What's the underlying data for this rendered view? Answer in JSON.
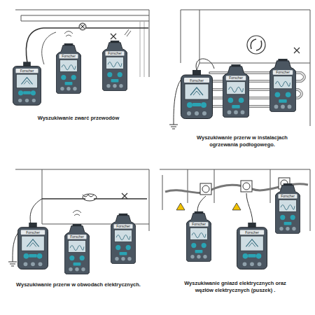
{
  "diagram": {
    "labels": [
      "Forscher",
      "Forscher",
      "Forscher",
      "Wyszukiwanie zwarć przewodów",
      "Forscher",
      "Forscher",
      "Forscher",
      "Wyszukiwanie przerw w instalacjach ogrzewania podłogowego.",
      "Forscher",
      "Forscher",
      "Forscher",
      "Wyszukiwanie przerw w obwodach elektrycznych.",
      "Forscher",
      "Forscher",
      "Forscher",
      "Wyszukiwanie gniazd elektrycznych oraz węzłów elektrycznych (puszek) ."
    ]
  }
}
